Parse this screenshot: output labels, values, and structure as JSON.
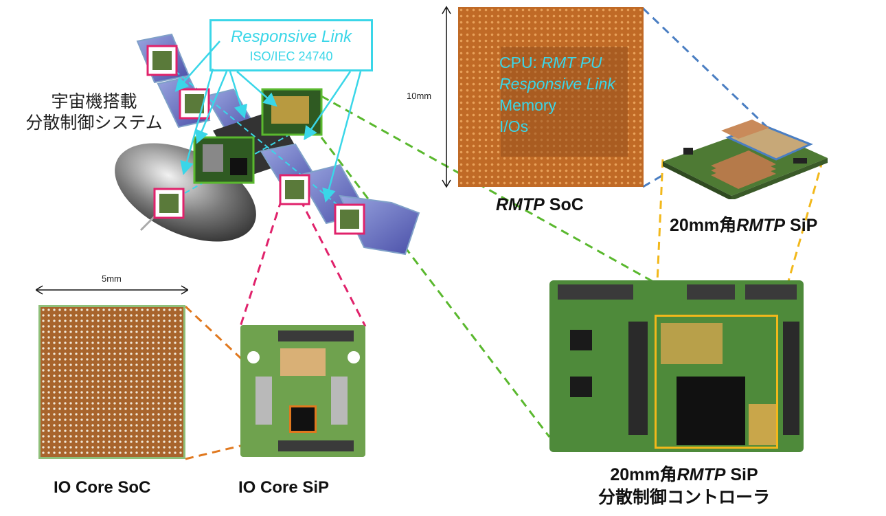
{
  "satellite": {
    "label_line1": "宇宙機搭載",
    "label_line2": "分散制御システム"
  },
  "callout": {
    "title": "Responsive Link",
    "subtitle": "ISO/IEC 24740"
  },
  "rmtp_soc": {
    "dimension": "10mm",
    "lines": [
      "CPU: ",
      "RMT PU",
      "Responsive Link",
      "Memory",
      "I/Os"
    ],
    "caption_italic": "RMTP",
    "caption_rest": " SoC"
  },
  "rmtp_sip": {
    "caption_prefix": "20mm角",
    "caption_italic": "RMTP",
    "caption_rest": " SiP"
  },
  "io_soc": {
    "dimension": "5mm",
    "caption": "IO Core SoC"
  },
  "io_sip": {
    "caption": "IO Core SiP"
  },
  "controller": {
    "caption_prefix": "20mm角",
    "caption_italic": "RMTP",
    "caption_rest": " SiP",
    "caption_line2": "分散制御コントローラ"
  },
  "colors": {
    "cyan": "#3ad6e8",
    "magenta": "#e0226b",
    "green": "#5ab82e",
    "orange": "#e0781e",
    "yellow": "#f2b81b",
    "blue": "#4a7ec2"
  }
}
